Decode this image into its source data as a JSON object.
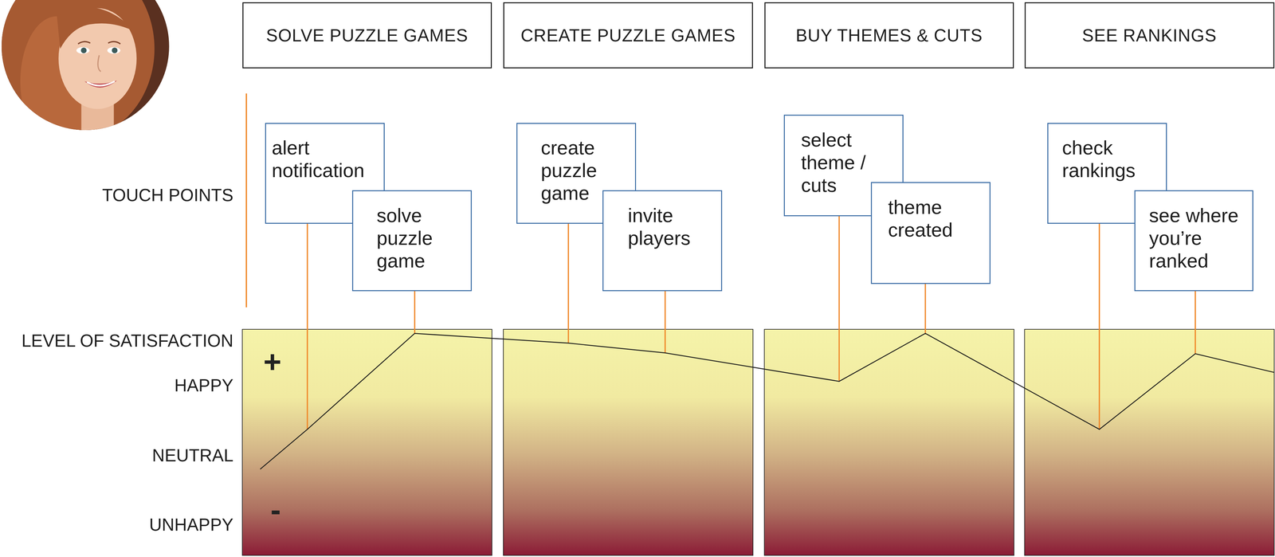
{
  "diagram": {
    "nodes": [
      {
        "text": [
          "SOLVE PUZZLE GAMES"
        ]
      },
      {
        "text": [
          "CREATE PUZZLE GAMES"
        ]
      },
      {
        "text": [
          "BUY THEMES & CUTS"
        ]
      },
      {
        "text": [
          "SEE RANKINGS"
        ]
      },
      {
        "text": [
          "alert notification"
        ]
      },
      {
        "text": [
          "solve puzzle game"
        ]
      },
      {
        "text": [
          "create puzzle game"
        ]
      },
      {
        "text": [
          "invite players"
        ]
      },
      {
        "text": [
          "select theme / cuts"
        ]
      },
      {
        "text": [
          "theme created"
        ]
      },
      {
        "text": [
          "check rankings"
        ]
      },
      {
        "text": [
          "see where you’re ranked"
        ]
      }
    ],
    "labels": [
      "TOUCH POINTS",
      "LEVEL OF SATISFACTION",
      "HAPPY",
      "NEUTRAL",
      "UNHAPPY",
      "+",
      "-"
    ]
  }
}
